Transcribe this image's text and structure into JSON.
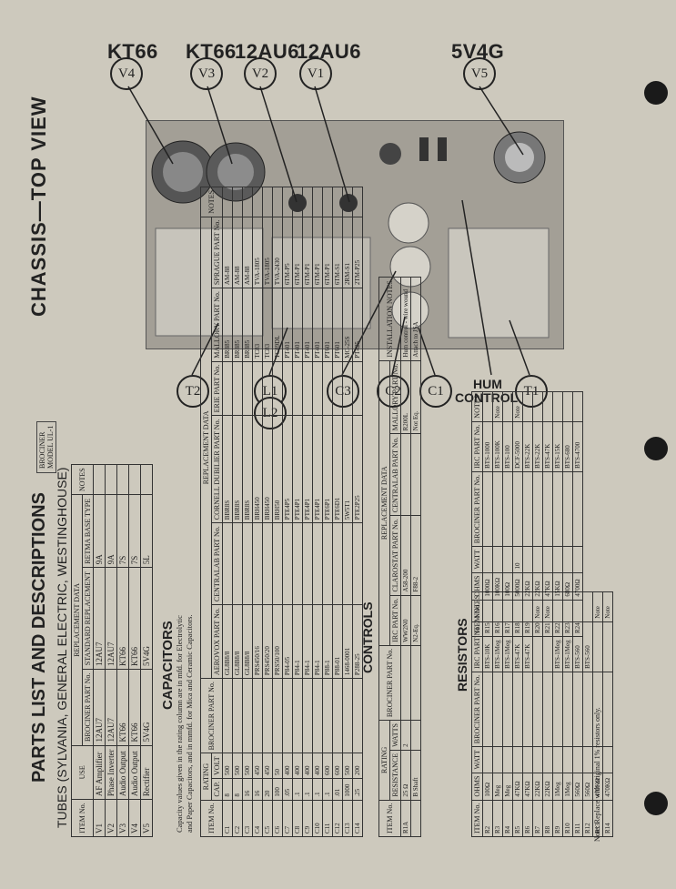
{
  "tube_labels": [
    {
      "label": "KT66",
      "marker": "V4"
    },
    {
      "label": "KT66",
      "marker": "V3"
    },
    {
      "label": "12AU6",
      "marker": "V2"
    },
    {
      "label": "12AU6",
      "marker": "V1"
    },
    {
      "label": "5V4G",
      "marker": "V5"
    }
  ],
  "chassis_title": "CHASSIS—TOP VIEW",
  "bottom_markers": [
    "T2",
    "L1",
    "L2",
    "C3",
    "C2",
    "C1",
    "T1"
  ],
  "hum_control": [
    "HUM",
    "CONTROL"
  ],
  "model_box": [
    "BROCINER",
    "MODEL UL-1"
  ],
  "parts_title": "PARTS LIST AND DESCRIPTIONS",
  "tubes_heading": "TUBES (SYLVANIA, GENERAL ELECTRIC, WESTINGHOUSE)",
  "tubes_table": {
    "headers": [
      "ITEM No.",
      "USE",
      "BROCINER PART No.",
      "STANDARD REPLACEMENT",
      "RETMA BASE TYPE",
      "NOTES"
    ],
    "group_header": "REPLACEMENT DATA",
    "rows": [
      [
        "V1",
        "AF Amplifier",
        "12AU7",
        "12AU7",
        "9A",
        ""
      ],
      [
        "V2",
        "Phase Inverter",
        "12AU7",
        "12AU7",
        "9A",
        ""
      ],
      [
        "V3",
        "Audio Output",
        "KT66",
        "KT66",
        "7S",
        ""
      ],
      [
        "V4",
        "Audio Output",
        "KT66",
        "KT66",
        "7S",
        ""
      ],
      [
        "V5",
        "Rectifier",
        "5V4G",
        "5V4G",
        "5L",
        ""
      ]
    ]
  },
  "capacitors_heading": "CAPACITORS",
  "capacitors_note": [
    "Capacity values given in the rating column are in mfd. for Electrolytic",
    "and Paper Capacitors, and in mmfd. for Mica and Ceramic Capacitors."
  ],
  "capacitors_table": {
    "headers": [
      "ITEM No.",
      "CAP.",
      "VOLT",
      "BROCINER PART No.",
      "AEROVOX PART No.",
      "CENTRALAB PART No.",
      "CORNELL DUBILIER PART No.",
      "ERIE PART No.",
      "MALLORY PART No.",
      "SPRAGUE PART No.",
      "NOTES"
    ],
    "group_header": "REPLACEMENT DATA",
    "rating_header": "RATING",
    "rows": [
      [
        "C1",
        "8",
        "500",
        "",
        "GL8B8/8",
        "",
        "BBR8S",
        "",
        "BR885",
        "AM-88",
        ""
      ],
      [
        "C2",
        "8",
        "500",
        "",
        "GL8B8/8",
        "",
        "BBR8S",
        "",
        "BR885",
        "AM-88",
        ""
      ],
      [
        "C3",
        "16",
        "500",
        "",
        "GL8B8/8",
        "",
        "BBR8S",
        "",
        "BR885",
        "AM-88",
        ""
      ],
      [
        "C4",
        "16",
        "450",
        "",
        "PRS450/16",
        "",
        "BRH450",
        "",
        "TC83",
        "TVA-1805",
        ""
      ],
      [
        "C5",
        "20",
        "450",
        "",
        "PRS450/20",
        "",
        "BRH450",
        "",
        "TC83",
        "TVA-1805",
        ""
      ],
      [
        "C6",
        "100",
        "50",
        "",
        "PRS50/100",
        "",
        "BRH50",
        "",
        "TC89DL",
        "TVA-2430",
        ""
      ],
      [
        "C7",
        ".05",
        "400",
        "",
        "P84-05",
        "",
        "PTE4P5",
        "",
        "PT401",
        "6TM-P5",
        ""
      ],
      [
        "C8",
        ".1",
        "400",
        "",
        "P84-1",
        "",
        "PTE4P1",
        "",
        "PT401",
        "6TM-P1",
        ""
      ],
      [
        "C9",
        ".1",
        "400",
        "",
        "P84-1",
        "",
        "PTE4P1",
        "",
        "PT401",
        "6TM-P1",
        ""
      ],
      [
        "C10",
        ".1",
        "400",
        "",
        "P84-1",
        "",
        "PTE4P1",
        "",
        "PT401",
        "6TM-P1",
        ""
      ],
      [
        "C11",
        ".1",
        "600",
        "",
        "P88-1",
        "",
        "PTE6P1",
        "",
        "PT601",
        "6TM-P1",
        ""
      ],
      [
        "C12",
        ".01",
        "600",
        "",
        "P88-01",
        "",
        "PTE6D1",
        "",
        "PT601",
        "6TM-S1",
        ""
      ],
      [
        "C13",
        "1000",
        "500",
        "",
        "1468-0001",
        "",
        "5W5T1",
        "",
        "MC-25S",
        "2RM-S1",
        ""
      ],
      [
        "C14",
        ".25",
        "200",
        "",
        "P288-25",
        "",
        "PTE2P25",
        "",
        "PT425",
        "2TM-P25",
        ""
      ]
    ]
  },
  "controls_heading": "CONTROLS",
  "controls_table": {
    "headers": [
      "ITEM No.",
      "RESISTANCE",
      "WATTS",
      "BROCINER PART No.",
      "IRC PART No.",
      "CLAROSTAT PART No.",
      "CENTRALAB PART No.",
      "MALLORY PART No.",
      "INSTALLATION NOTES"
    ],
    "group_header": "REPLACEMENT DATA",
    "rating_header": "RATING",
    "rows": [
      [
        "R1A",
        "25 Ω",
        "2",
        "",
        "WW2N0",
        "A58-200",
        "",
        "R200L",
        "Hum control - wire wound"
      ],
      [
        "",
        "B Shaft",
        "",
        "",
        "N2-Eq.",
        "F88-2",
        "",
        "Not Eq.",
        "Attach to JSA"
      ]
    ]
  },
  "resistors_heading": "RESISTORS",
  "resistors_table": {
    "headers": [
      "ITEM No.",
      "OHMS",
      "WATT",
      "BROCINER PART No.",
      "IRC PART No.",
      "NOTES"
    ],
    "group_header": "REPLACEMENT DATA",
    "rating_header": "RATING",
    "left_rows": [
      [
        "R2",
        "100Ω",
        "",
        "",
        "BTS-10K",
        ""
      ],
      [
        "R3",
        "Meg",
        "",
        "",
        "BTS-1Meg",
        ""
      ],
      [
        "R4",
        "Meg",
        "",
        "",
        "BTS-1Meg",
        ""
      ],
      [
        "R5",
        "47KΩ",
        "",
        "",
        "BTS-47K",
        ""
      ],
      [
        "R6",
        "47KΩ",
        "",
        "",
        "BTS-47K",
        ""
      ],
      [
        "R7",
        "22KΩ",
        "",
        "",
        "",
        "Note"
      ],
      [
        "R8",
        "22KΩ",
        "",
        "",
        "",
        "Note"
      ],
      [
        "R9",
        "1Meg",
        "",
        "",
        "BTS-1Meg",
        ""
      ],
      [
        "R10",
        "1Meg",
        "",
        "",
        "BTS-1Meg",
        ""
      ],
      [
        "R11",
        "560Ω",
        "",
        "",
        "BTS-560",
        ""
      ],
      [
        "R12",
        "560Ω",
        "",
        "",
        "BTS-560",
        ""
      ],
      [
        "R13",
        "470KΩ",
        "",
        "",
        "",
        "Note"
      ],
      [
        "R14",
        "470KΩ",
        "",
        "",
        "",
        "Note"
      ]
    ],
    "right_rows": [
      [
        "R15",
        "1000Ω",
        "",
        "",
        "BTS-1000",
        ""
      ],
      [
        "R16",
        "100KΩ",
        "",
        "",
        "BTS-100K",
        "Note"
      ],
      [
        "R17",
        "100Ω",
        "",
        "",
        "BTS-100",
        ""
      ],
      [
        "R18",
        "5000Ω",
        "10",
        "",
        "DCF-5000",
        "Note"
      ],
      [
        "R19",
        "22KΩ",
        "",
        "",
        "BTS-22K",
        ""
      ],
      [
        "R20",
        "22KΩ",
        "",
        "",
        "BTS-22K",
        ""
      ],
      [
        "R21",
        "47KΩ",
        "",
        "",
        "BTS-47K",
        ""
      ],
      [
        "R22",
        "15KΩ",
        "",
        "",
        "BTS-15K",
        ""
      ],
      [
        "R23",
        "680Ω",
        "",
        "",
        "BTS-680",
        ""
      ],
      [
        "R24",
        "4700Ω",
        "",
        "",
        "BTS-4700",
        ""
      ]
    ],
    "footnote": "Note: Replace with original 1% resistors only."
  }
}
